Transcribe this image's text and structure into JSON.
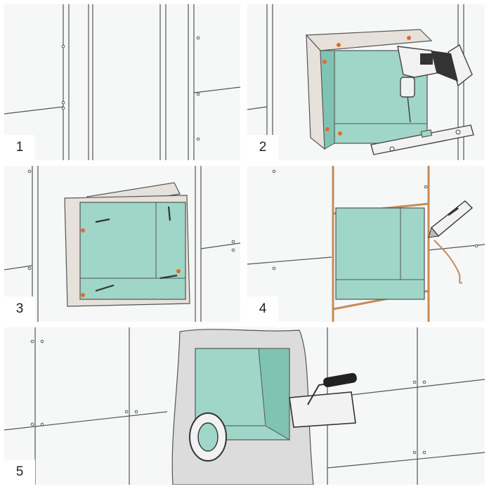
{
  "steps": [
    {
      "number": "1"
    },
    {
      "number": "2"
    },
    {
      "number": "3"
    },
    {
      "number": "4"
    },
    {
      "number": "5"
    }
  ],
  "colors": {
    "background": "#ffffff",
    "panel": "#f6f7f7",
    "wall_line": "#555555",
    "niche_green": "#9fd6c7",
    "niche_green_dark": "#7fc4b2",
    "board_edge": "#e6e1da",
    "screw_orange": "#e46a2c",
    "drill_body": "#f2f2f2",
    "trim_brown": "#c78b56",
    "spackle_grey": "#dcdcdc"
  },
  "icons": [
    "drill-icon",
    "spirit-level-icon",
    "screw-icon",
    "utility-knife-icon",
    "trowel-icon",
    "tape-roll-icon"
  ]
}
